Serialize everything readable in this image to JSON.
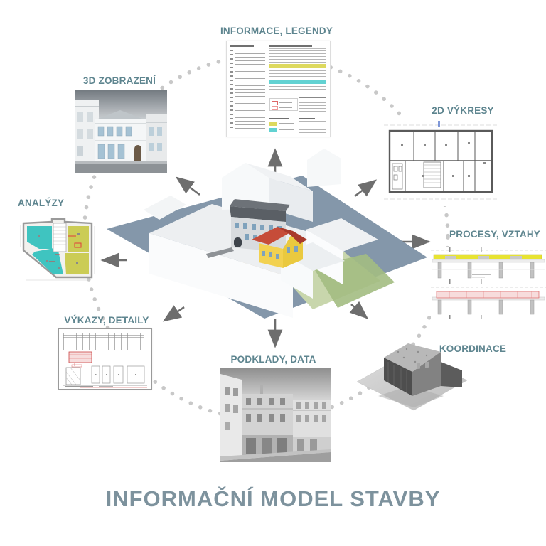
{
  "title": "INFORMAČNÍ MODEL STAVBY",
  "center": {
    "name": "building-information-model-3d",
    "description_icon": "3d-site-model"
  },
  "nodes": [
    {
      "id": "informace-legendy",
      "label": "INFORMACE, LEGENDY",
      "position": "top",
      "thumbnail": "legend-specification-document",
      "highlight_colors": [
        "#DDD95E",
        "#62D2D2"
      ]
    },
    {
      "id": "vykresy-2d",
      "label": "2D VÝKRESY",
      "position": "top-right",
      "thumbnail": "floor-plan-drawing"
    },
    {
      "id": "procesy-vztahy",
      "label": "PROCESY, VZTAHY",
      "position": "right",
      "thumbnail": "section-process-strips",
      "highlight_colors": [
        "#E7E332",
        "#DE7070"
      ]
    },
    {
      "id": "koordinace",
      "label": "KOORDINACE",
      "position": "bottom-right",
      "thumbnail": "pointcloud-coordination-model"
    },
    {
      "id": "podklady-data",
      "label": "PODKLADY, DATA",
      "position": "bottom",
      "thumbnail": "grayscale-street-photo"
    },
    {
      "id": "vykazy-detaily",
      "label": "VÝKAZY, DETAILY",
      "position": "bottom-left",
      "thumbnail": "detail-report-sheet"
    },
    {
      "id": "analyzy",
      "label": "ANALÝZY",
      "position": "left",
      "thumbnail": "colored-analysis-plan",
      "highlight_colors": [
        "#3FC4C0",
        "#CBCC55"
      ]
    },
    {
      "id": "zobrazeni-3d",
      "label": "3D ZOBRAZENÍ",
      "position": "top-left",
      "thumbnail": "facade-render"
    }
  ],
  "arrows": [
    "up",
    "up-right",
    "right",
    "down-right",
    "down",
    "down-left",
    "left",
    "up-left"
  ],
  "colors": {
    "label_text": "#5E858F",
    "title_text": "#7D929D",
    "arrow_gray": "#6E6E6E",
    "ring_dots": "#C8C8C8",
    "ground_plane": "#8497AA",
    "house_yellow": "#F2D150",
    "roof_red": "#C64C39",
    "lawn_green": "#A3BD82",
    "analysis_teal": "#3FC4C0",
    "analysis_yellow": "#CBCC55",
    "legend_yellow": "#DDD95E",
    "legend_cyan": "#62D2D2"
  }
}
